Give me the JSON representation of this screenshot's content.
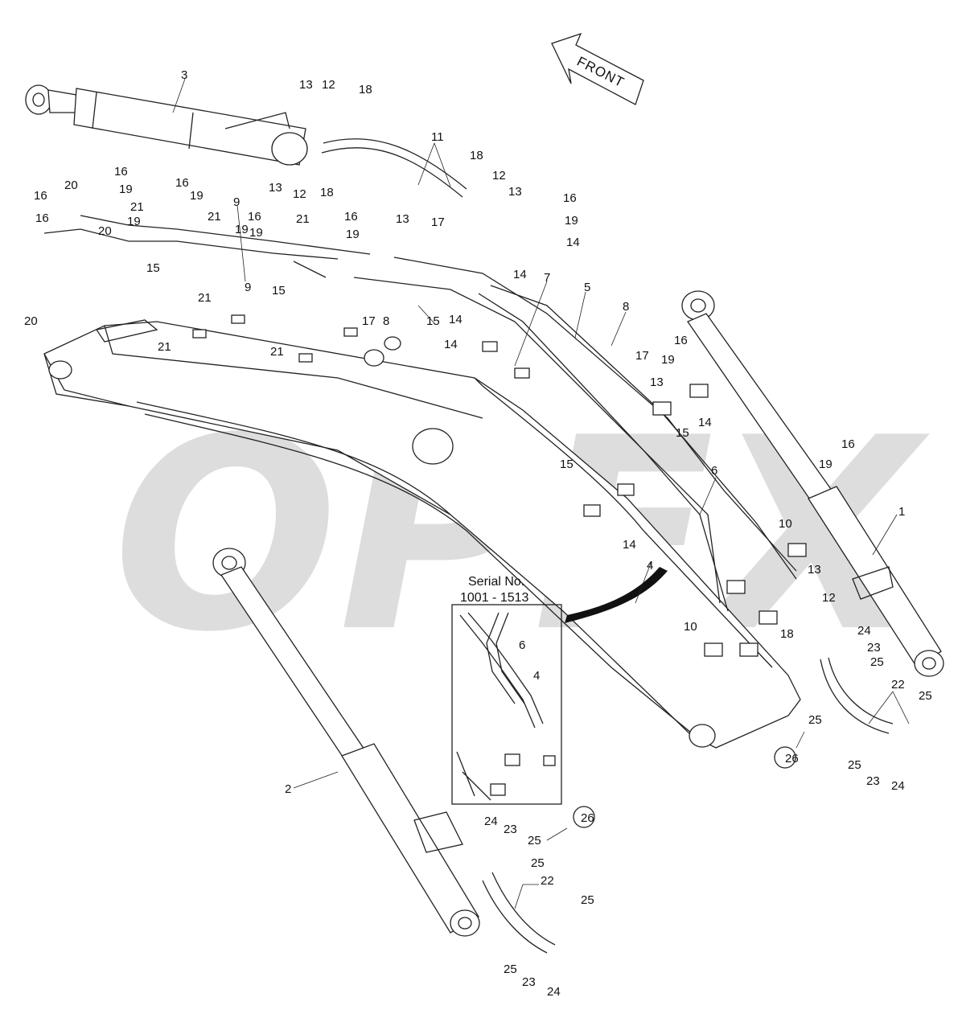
{
  "diagram": {
    "watermark": "OPEX",
    "front_label": "FRONT",
    "inset": {
      "title_line1": "Serial No.",
      "title_line2": "1001  -  1513"
    },
    "callouts": [
      "3",
      "13",
      "12",
      "18",
      "13",
      "12",
      "18",
      "11",
      "18",
      "12",
      "13",
      "16",
      "20",
      "19",
      "16",
      "19",
      "16",
      "16",
      "19",
      "21",
      "21",
      "20",
      "19",
      "9",
      "16",
      "21",
      "16",
      "19",
      "19",
      "15",
      "9",
      "13",
      "17",
      "16",
      "19",
      "14",
      "15",
      "14",
      "7",
      "5",
      "8",
      "21",
      "20",
      "21",
      "17",
      "8",
      "15",
      "14",
      "21",
      "14",
      "16",
      "17",
      "19",
      "13",
      "14",
      "15",
      "15",
      "6",
      "16",
      "19",
      "1",
      "14",
      "10",
      "4",
      "13",
      "12",
      "10",
      "18",
      "24",
      "23",
      "25",
      "22",
      "25",
      "25",
      "26",
      "25",
      "23",
      "24",
      "2",
      "24",
      "23",
      "26",
      "25",
      "25",
      "22",
      "25",
      "25",
      "23",
      "24"
    ],
    "inset_callouts": [
      "6",
      "4"
    ]
  }
}
